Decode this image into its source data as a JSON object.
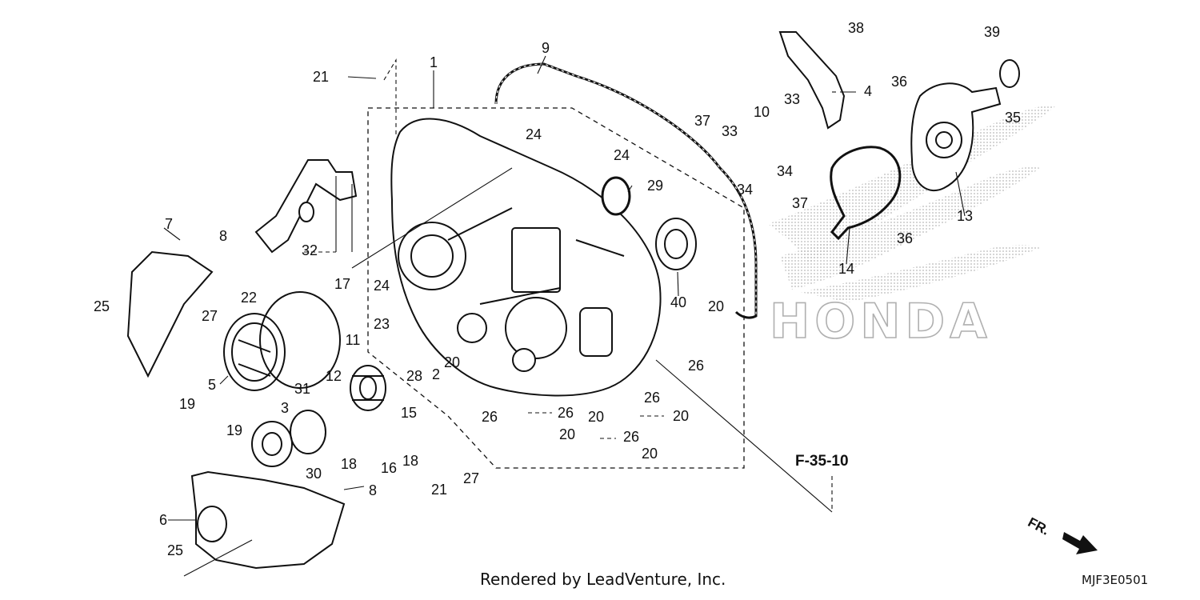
{
  "labels": [
    {
      "id": "p1",
      "text": "1"
    },
    {
      "id": "p2",
      "text": "2"
    },
    {
      "id": "p3",
      "text": "3"
    },
    {
      "id": "p4",
      "text": "4"
    },
    {
      "id": "p5",
      "text": "5"
    },
    {
      "id": "p6",
      "text": "6"
    },
    {
      "id": "p7",
      "text": "7"
    },
    {
      "id": "p8a",
      "text": "8"
    },
    {
      "id": "p8b",
      "text": "8"
    },
    {
      "id": "p9",
      "text": "9"
    },
    {
      "id": "p10",
      "text": "10"
    },
    {
      "id": "p11",
      "text": "11"
    },
    {
      "id": "p12",
      "text": "12"
    },
    {
      "id": "p13",
      "text": "13"
    },
    {
      "id": "p14",
      "text": "14"
    },
    {
      "id": "p15",
      "text": "15"
    },
    {
      "id": "p16",
      "text": "16"
    },
    {
      "id": "p17",
      "text": "17"
    },
    {
      "id": "p18a",
      "text": "18"
    },
    {
      "id": "p18b",
      "text": "18"
    },
    {
      "id": "p19a",
      "text": "19"
    },
    {
      "id": "p19b",
      "text": "19"
    },
    {
      "id": "p20a",
      "text": "20"
    },
    {
      "id": "p20b",
      "text": "20"
    },
    {
      "id": "p20c",
      "text": "20"
    },
    {
      "id": "p20d",
      "text": "20"
    },
    {
      "id": "p20e",
      "text": "20"
    },
    {
      "id": "p20f",
      "text": "20"
    },
    {
      "id": "p21a",
      "text": "21"
    },
    {
      "id": "p21b",
      "text": "21"
    },
    {
      "id": "p22",
      "text": "22"
    },
    {
      "id": "p23",
      "text": "23"
    },
    {
      "id": "p24a",
      "text": "24"
    },
    {
      "id": "p24b",
      "text": "24"
    },
    {
      "id": "p24c",
      "text": "24"
    },
    {
      "id": "p25a",
      "text": "25"
    },
    {
      "id": "p25b",
      "text": "25"
    },
    {
      "id": "p26a",
      "text": "26"
    },
    {
      "id": "p26b",
      "text": "26"
    },
    {
      "id": "p26c",
      "text": "26"
    },
    {
      "id": "p26d",
      "text": "26"
    },
    {
      "id": "p26e",
      "text": "26"
    },
    {
      "id": "p27a",
      "text": "27"
    },
    {
      "id": "p27b",
      "text": "27"
    },
    {
      "id": "p28",
      "text": "28"
    },
    {
      "id": "p29",
      "text": "29"
    },
    {
      "id": "p30",
      "text": "30"
    },
    {
      "id": "p31",
      "text": "31"
    },
    {
      "id": "p32",
      "text": "32"
    },
    {
      "id": "p33a",
      "text": "33"
    },
    {
      "id": "p33b",
      "text": "33"
    },
    {
      "id": "p34a",
      "text": "34"
    },
    {
      "id": "p34b",
      "text": "34"
    },
    {
      "id": "p35",
      "text": "35"
    },
    {
      "id": "p36a",
      "text": "36"
    },
    {
      "id": "p36b",
      "text": "36"
    },
    {
      "id": "p37a",
      "text": "37"
    },
    {
      "id": "p37b",
      "text": "37"
    },
    {
      "id": "p38",
      "text": "38"
    },
    {
      "id": "p39",
      "text": "39"
    },
    {
      "id": "p40",
      "text": "40"
    }
  ],
  "reference": "F-35-10",
  "credit": "Rendered by LeadVenture, Inc.",
  "diagram_code": "MJF3E0501",
  "front_marker": "FR.",
  "watermark": "HONDA",
  "colors": {
    "line": "#111111",
    "watermark": "#c8c8c8",
    "paper": "#ffffff"
  }
}
